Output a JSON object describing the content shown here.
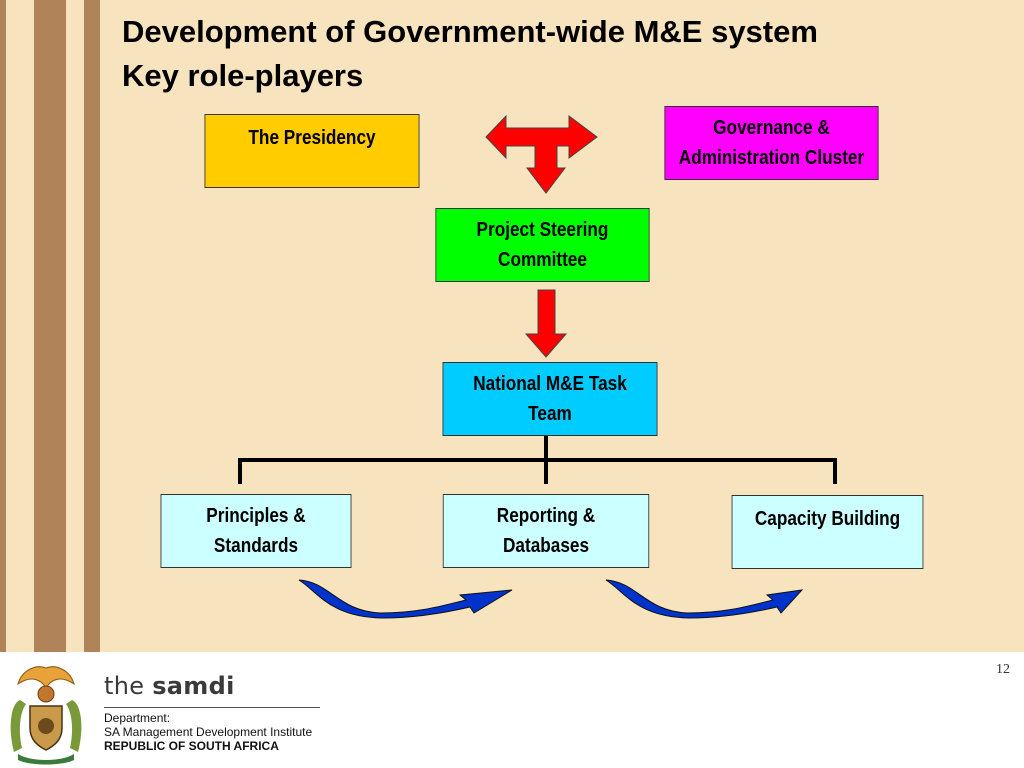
{
  "slide": {
    "title_line1": "Development of Government-wide M&E system",
    "title_line2": "Key role-players",
    "page_number": "12"
  },
  "boxes": {
    "presidency": {
      "label": "The Presidency",
      "color": "#ffcc00"
    },
    "governance": {
      "label": "Governance &\nAdministration Cluster",
      "color": "#ff00ff"
    },
    "steering": {
      "label": "Project Steering\nCommittee",
      "color": "#00ff00"
    },
    "task_team": {
      "label": "National M&E Task\nTeam",
      "color": "#00ccff"
    },
    "principles": {
      "label": "Principles &\nStandards",
      "color": "#ccffff"
    },
    "reporting": {
      "label": "Reporting &\nDatabases",
      "color": "#ccffff"
    },
    "capacity": {
      "label": "Capacity Building",
      "color": "#ccffff"
    }
  },
  "colors": {
    "background": "#f7e3bd",
    "stripe": "#b08359",
    "arrow_red": "#ff0000",
    "arrow_blue": "#0033cc"
  },
  "footer": {
    "brand_prefix": "the ",
    "brand_name": "samdi",
    "department_line1": "Department:",
    "department_line2": "SA Management Development Institute",
    "department_line3": "REPUBLIC OF SOUTH AFRICA",
    "logo": "south-africa-coat-of-arms"
  }
}
